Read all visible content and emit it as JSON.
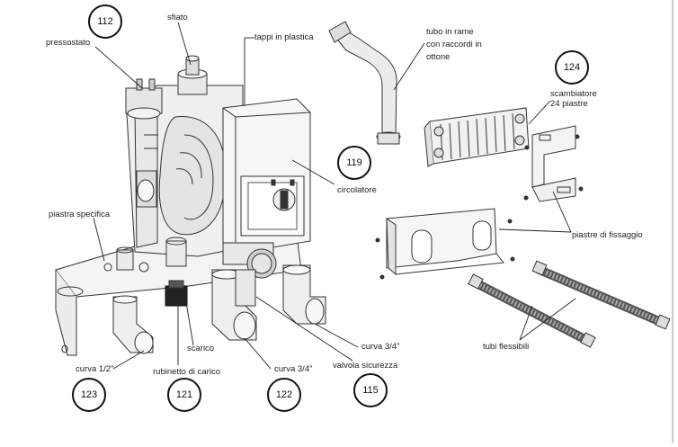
{
  "badges": {
    "b112": "112",
    "b124": "124",
    "b119": "119",
    "b123": "123",
    "b121": "121",
    "b122": "122",
    "b115": "115"
  },
  "labels": {
    "sfiato": "sfiato",
    "pressostato": "pressostato",
    "tappi_in_plastica": "tappi in plastica",
    "tubo_line1": "tubo in rame",
    "tubo_line2": "con raccordi in",
    "tubo_line3": "ottone",
    "scambiatore_line1": "scambiatore",
    "scambiatore_line2": "24 piastre",
    "circolatore": "circolatore",
    "piastra_specifica": "piastra specifica",
    "piastre_di_fissaggio": "piastre di fissaggio",
    "curva_half": "curva 1/2\"",
    "rubinetto_di_carico": "rubinetto di carico",
    "scarico": "scarico",
    "curva_34_bottom": "curva 3/4\"",
    "valvola_sicurezza": "valvola sicurezza",
    "curva_34_right": "curva 3/4\"",
    "tubi_flessibili": "tubi flessibili"
  }
}
